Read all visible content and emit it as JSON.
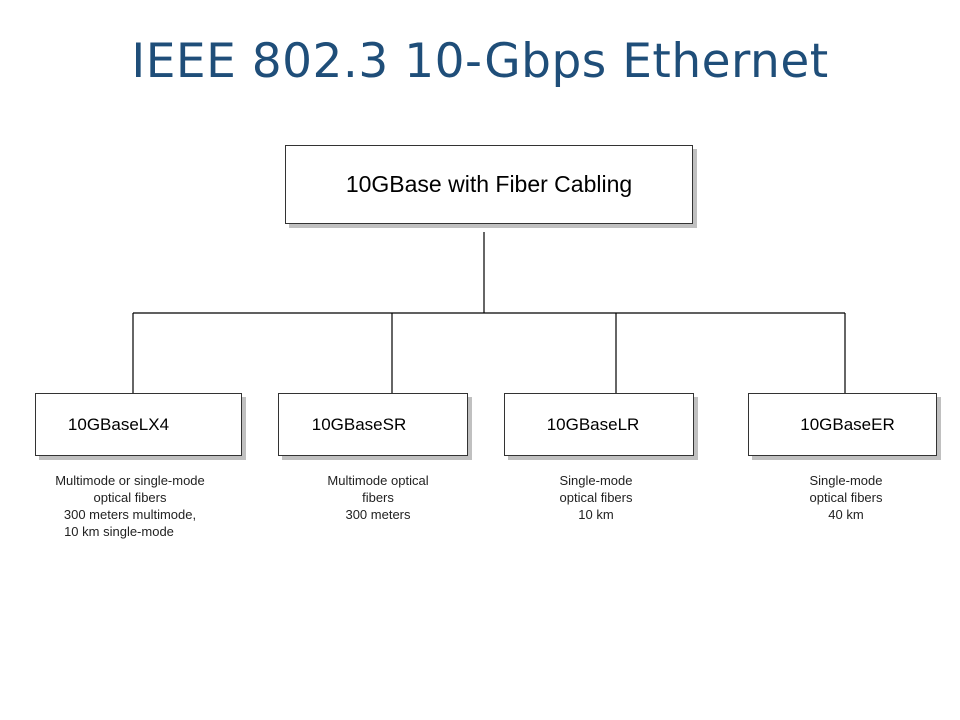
{
  "title": "IEEE 802.3 10-Gbps Ethernet",
  "root": {
    "label": "10GBase with Fiber Cabling"
  },
  "children": [
    {
      "label": "10GBaseLX4",
      "description": [
        "Multimode or single-mode",
        "optical fibers",
        "300 meters multimode,",
        "10 km single-mode"
      ]
    },
    {
      "label": "10GBaseSR",
      "description": [
        "Multimode optical",
        "fibers",
        "300 meters"
      ]
    },
    {
      "label": "10GBaseLR",
      "description": [
        "Single-mode",
        "optical fibers",
        "10 km"
      ]
    },
    {
      "label": "10GBaseER",
      "description": [
        "Single-mode",
        "optical fibers",
        "40 km"
      ]
    }
  ],
  "colors": {
    "title": "#1f4e79",
    "box_border": "#333333",
    "box_shadow": "#c0c0c0",
    "connector": "#000000"
  }
}
